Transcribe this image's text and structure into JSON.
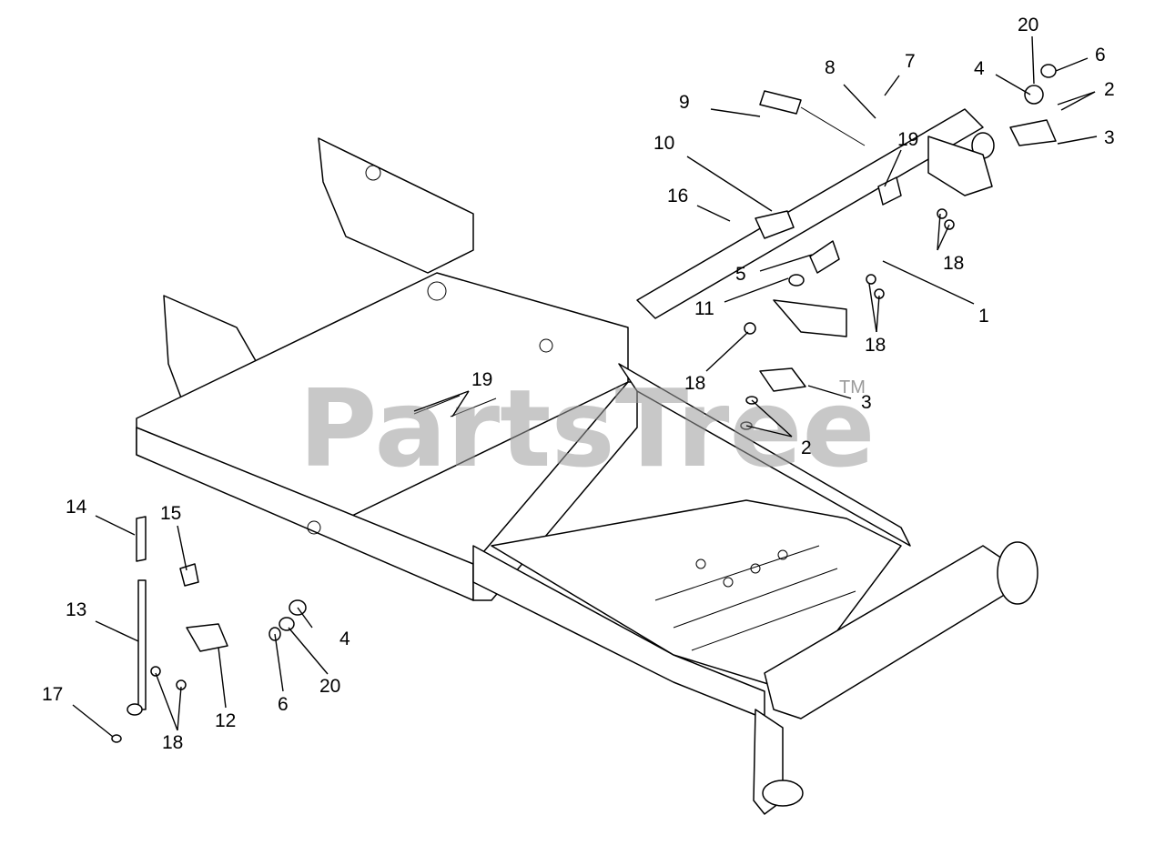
{
  "watermark": {
    "text": "PartsTree",
    "tm": "TM"
  },
  "callouts": [
    {
      "id": "c1",
      "label": "1"
    },
    {
      "id": "c2a",
      "label": "2"
    },
    {
      "id": "c2b",
      "label": "2"
    },
    {
      "id": "c3a",
      "label": "3"
    },
    {
      "id": "c3b",
      "label": "3"
    },
    {
      "id": "c4a",
      "label": "4"
    },
    {
      "id": "c4b",
      "label": "4"
    },
    {
      "id": "c5",
      "label": "5"
    },
    {
      "id": "c6a",
      "label": "6"
    },
    {
      "id": "c6b",
      "label": "6"
    },
    {
      "id": "c7",
      "label": "7"
    },
    {
      "id": "c8",
      "label": "8"
    },
    {
      "id": "c9",
      "label": "9"
    },
    {
      "id": "c10",
      "label": "10"
    },
    {
      "id": "c11",
      "label": "11"
    },
    {
      "id": "c12",
      "label": "12"
    },
    {
      "id": "c13",
      "label": "13"
    },
    {
      "id": "c14",
      "label": "14"
    },
    {
      "id": "c15",
      "label": "15"
    },
    {
      "id": "c16",
      "label": "16"
    },
    {
      "id": "c17",
      "label": "17"
    },
    {
      "id": "c18a",
      "label": "18"
    },
    {
      "id": "c18b",
      "label": "18"
    },
    {
      "id": "c18c",
      "label": "18"
    },
    {
      "id": "c18d",
      "label": "18"
    },
    {
      "id": "c19a",
      "label": "19"
    },
    {
      "id": "c19b",
      "label": "19"
    },
    {
      "id": "c20a",
      "label": "20"
    },
    {
      "id": "c20b",
      "label": "20"
    }
  ]
}
